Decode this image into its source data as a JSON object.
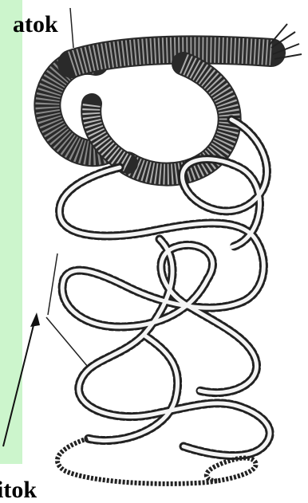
{
  "colors": {
    "panel_green": "#ccf5cc",
    "ink": "#1a1a1a"
  },
  "labels": {
    "top": "atok",
    "bottom": "itok"
  },
  "icons": {
    "annelid_coil": "ringed-worm-loop",
    "bead_chain": "epitoke-segment-chain",
    "arrow": "pointer-arrow"
  }
}
